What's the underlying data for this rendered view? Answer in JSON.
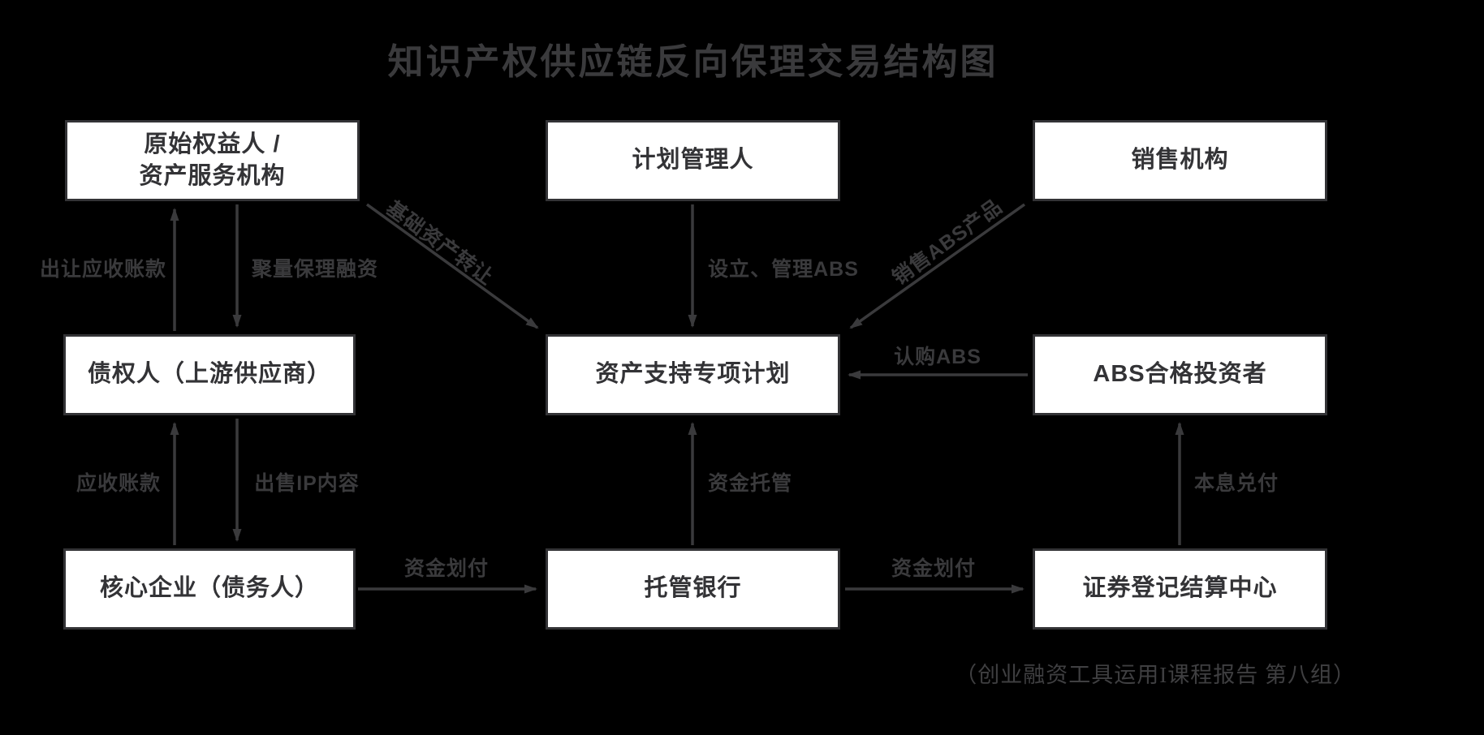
{
  "diagram": {
    "title": "知识产权供应链反向保理交易结构图",
    "footnote": "（创业融资工具运用I课程报告  第八组）",
    "nodes": {
      "originator": "原始权益人 /\n资产服务机构",
      "plan_manager": "计划管理人",
      "sales_agency": "销售机构",
      "creditor": "债权人（上游供应商）",
      "spv": "资产支持专项计划",
      "investors": "ABS合格投资者",
      "core_enterprise": "核心企业（债务人）",
      "custodian_bank": "托管银行",
      "registry": "证券登记结算中心"
    },
    "edges": {
      "transfer_receivables": "出让应收账款",
      "factoring_financing": "聚量保理融资",
      "underlying_asset_transfer": "基础资产转让",
      "setup_manage_abs": "设立、管理ABS",
      "sell_abs_product": "销售ABS产品",
      "subscribe_abs": "认购ABS",
      "receivables": "应收账款",
      "sell_ip_content": "出售IP内容",
      "fund_custody": "资金托管",
      "principal_interest_payment": "本息兑付",
      "fund_transfer_left": "资金划付",
      "fund_transfer_right": "资金划付"
    },
    "colors": {
      "background": "#000000",
      "box_fill": "#ffffff",
      "line_and_text": "#3a3a3c"
    }
  }
}
